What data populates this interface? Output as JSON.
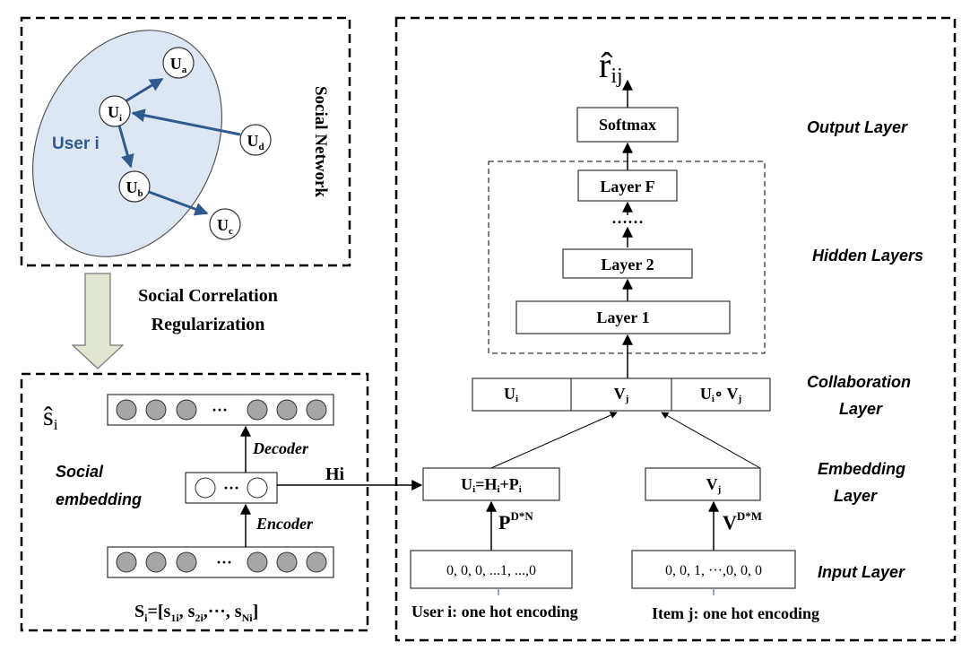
{
  "social_network": {
    "title": "Social Network",
    "user_label": "User i",
    "nodes": {
      "ui": "U",
      "ui_sub": "i",
      "ua": "U",
      "ua_sub": "a",
      "ud": "U",
      "ud_sub": "d",
      "ub": "U",
      "ub_sub": "b",
      "uc": "U",
      "uc_sub": "c"
    }
  },
  "regularization": {
    "line1": "Social Correlation",
    "line2": "Regularization"
  },
  "autoencoder": {
    "output_label": "ŝ",
    "output_sub": "i",
    "output_dots": "···",
    "decoder": "Decoder",
    "encoder": "Encoder",
    "hidden_dots": "···",
    "input_dots": "···",
    "social_embedding_1": "Social",
    "social_embedding_2": "embedding",
    "hidden_out": "Hi",
    "input_caption": {
      "a": "S",
      "b": "i",
      "c": "=[s",
      "d": "1i",
      "e": ", s",
      "f": "2i",
      "g": ",···, s",
      "h": "Ni",
      "i": "]"
    }
  },
  "network": {
    "output_symbol": "r̂",
    "output_sub": "ij",
    "softmax": "Softmax",
    "layer_f": "Layer F",
    "ellipsis": "……",
    "layer_2": "Layer 2",
    "layer_1": "Layer 1",
    "collab": {
      "c1": "U",
      "c1_sub": "i",
      "c2": "V",
      "c2_sub": "j",
      "c3a": "U",
      "c3a_sub": "i",
      "c3b": "∘ V",
      "c3b_sub": "j"
    },
    "user_embed": {
      "a": "U",
      "b": "i",
      "c": "=H",
      "d": "i",
      "e": "+P",
      "f": "i"
    },
    "item_embed": {
      "a": "V",
      "b": "j"
    },
    "p_matrix": "P",
    "p_sup": "D*N",
    "v_matrix": "V",
    "v_sup": "D*M",
    "user_onehot": "0, 0, 0, ...1, ...,0",
    "item_onehot": "0, 0, 1, ···,0, 0, 0",
    "user_caption": "User i: one hot encoding",
    "item_caption": "Item j: one hot encoding"
  },
  "layer_labels": {
    "output": "Output Layer",
    "hidden": "Hidden Layers",
    "collab_1": "Collaboration",
    "collab_2": "Layer",
    "embed_1": "Embedding",
    "embed_2": "Layer",
    "input": "Input Layer"
  },
  "colors": {
    "arrow_blue": "#2e5a8e",
    "ellipse_fill": "#dde6f3",
    "node_gray": "#a6a6a6",
    "big_arrow_fill": "#dfe5cf"
  }
}
